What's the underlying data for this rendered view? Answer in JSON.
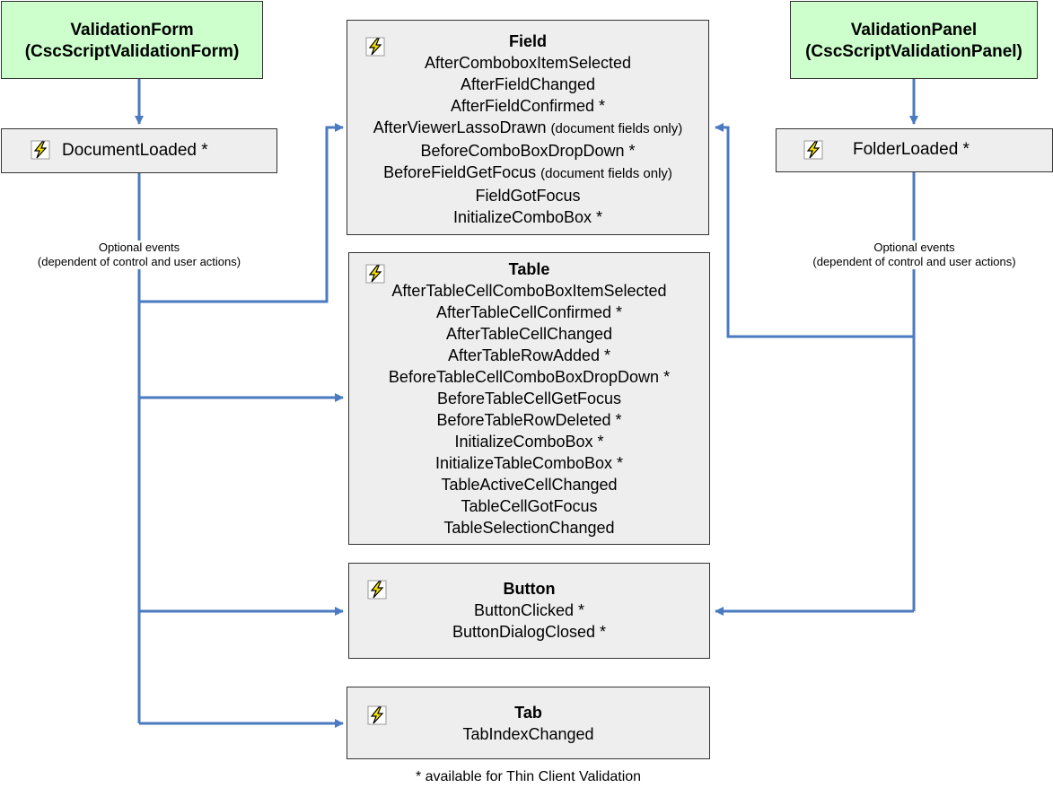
{
  "sources": {
    "left": {
      "line1": "ValidationForm",
      "line2": "(CscScriptValidationForm)"
    },
    "right": {
      "line1": "ValidationPanel",
      "line2": "(CscScriptValidationPanel)"
    }
  },
  "loaded_events": {
    "left": "DocumentLoaded *",
    "right": "FolderLoaded *"
  },
  "optional_note": {
    "line1": "Optional events",
    "line2": "(dependent of control and user actions)"
  },
  "field": {
    "title": "Field",
    "events": [
      "AfterComboboxItemSelected",
      "AfterFieldChanged",
      "AfterFieldConfirmed *"
    ],
    "lasso_main": "AfterViewerLassoDrawn",
    "lasso_qual": "(document fields only)",
    "dropdown": "BeforeComboBoxDropDown *",
    "getfocus_main": "BeforeFieldGetFocus",
    "getfocus_qual": "(document fields only)",
    "events2": [
      "FieldGotFocus",
      "InitializeComboBox *"
    ]
  },
  "table": {
    "title": "Table",
    "events": [
      "AfterTableCellComboBoxItemSelected",
      "AfterTableCellConfirmed *",
      "AfterTableCellChanged",
      "AfterTableRowAdded *",
      "BeforeTableCellComboBoxDropDown *",
      "BeforeTableCellGetFocus",
      "BeforeTableRowDeleted *",
      "InitializeComboBox *",
      "InitializeTableComboBox *",
      "TableActiveCellChanged",
      "TableCellGotFocus",
      "TableSelectionChanged"
    ]
  },
  "button": {
    "title": "Button",
    "events": [
      "ButtonClicked *",
      "ButtonDialogClosed *"
    ]
  },
  "tab": {
    "title": "Tab",
    "events": [
      "TabIndexChanged"
    ]
  },
  "footer": "* available for Thin Client Validation",
  "colors": {
    "source_fill": "#ccffcc",
    "event_fill": "#eeeeee",
    "connector": "#4a7ac0",
    "bolt": "#f5e000"
  },
  "icons": [
    "lightning-bolt-icon"
  ]
}
